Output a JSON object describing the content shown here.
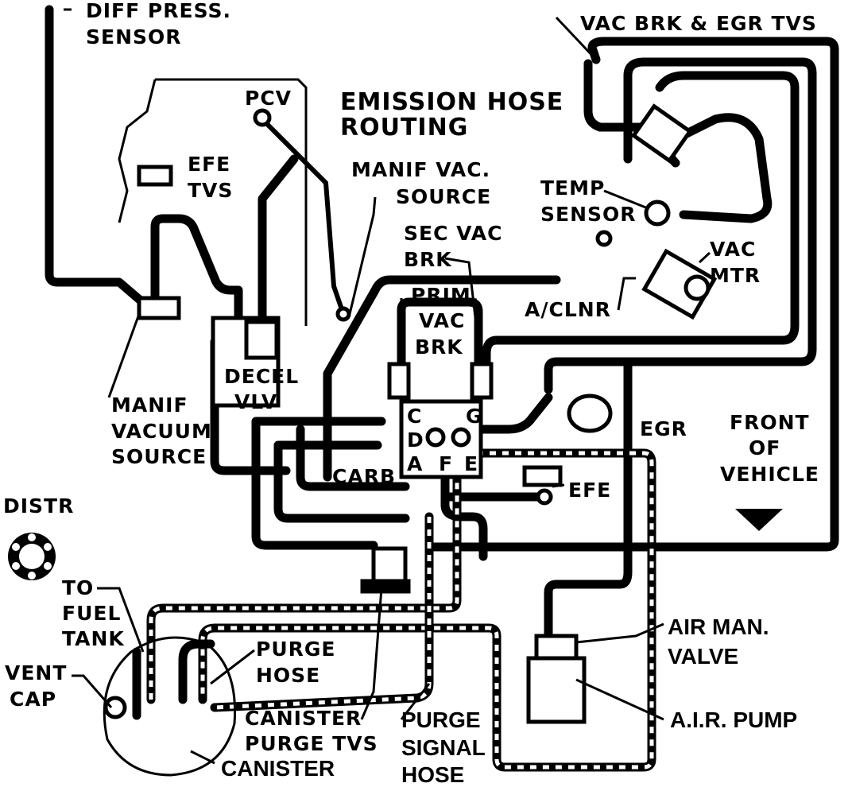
{
  "title": {
    "line1": "EMISSION HOSE",
    "line2": "ROUTING"
  },
  "labels": {
    "diff_press_1": "DIFF PRESS.",
    "diff_press_2": "SENSOR",
    "pcv": "PCV",
    "efe_tvs_1": "EFE",
    "efe_tvs_2": "TVS",
    "manif_vac_1": "MANIF VAC.",
    "manif_vac_2": "SOURCE",
    "vac_brk_egr": "VAC BRK & EGR TVS",
    "temp_1": "TEMP",
    "temp_2": "SENSOR",
    "sec_vac_1": "SEC VAC",
    "sec_vac_2": "BRK",
    "vac_mtr_1": "VAC",
    "vac_mtr_2": "MTR",
    "prim_vac_1": "PRIM.",
    "prim_vac_2": "VAC",
    "prim_vac_3": "BRK",
    "a_clnr": "A/CLNR",
    "decel_1": "DECEL",
    "decel_2": "VLV",
    "manif_vacuum_1": "MANIF",
    "manif_vacuum_2": "VACUUM",
    "manif_vacuum_3": "SOURCE",
    "carb": "CARB",
    "port_c": "C",
    "port_d": "D",
    "port_a": "A",
    "port_f": "F",
    "port_e": "E",
    "port_g": "G",
    "efe": "EFE",
    "egr": "EGR",
    "front_1": "FRONT",
    "front_2": "OF",
    "front_3": "VEHICLE",
    "distr": "DISTR",
    "to_fuel_1": "TO",
    "to_fuel_2": "FUEL",
    "to_fuel_3": "TANK",
    "vent_1": "VENT",
    "vent_2": "CAP",
    "purge_hose_1": "PURGE",
    "purge_hose_2": "HOSE",
    "canister_tvs_1": "CANISTER",
    "canister_tvs_2": "PURGE TVS",
    "canister": "CANISTER",
    "purge_signal_1": "PURGE",
    "purge_signal_2": "SIGNAL",
    "purge_signal_3": "HOSE",
    "air_man_1": "AIR MAN.",
    "air_man_2": "VALVE",
    "air_pump": "A.I.R. PUMP"
  }
}
